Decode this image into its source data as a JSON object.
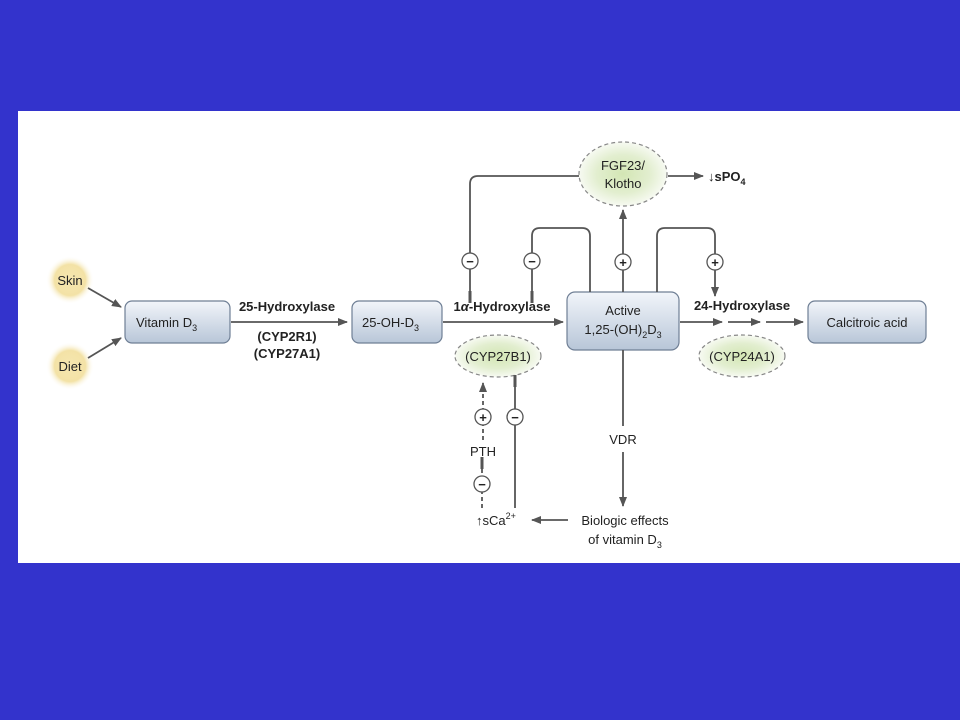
{
  "colors": {
    "background": "#3333cc",
    "panel": "#ffffff",
    "box_fill_top": "#f2f5fa",
    "box_fill_bottom": "#b8c6d8",
    "source_glow": "#f3e2a6",
    "enzyme_glow": "#d6e8b8",
    "line": "#555555"
  },
  "sources": {
    "skin": "Skin",
    "diet": "Diet"
  },
  "boxes": {
    "vitamin_d3": {
      "main": "Vitamin D",
      "sub": "3"
    },
    "oh_d3": {
      "main": "25-OH-D",
      "sub": "3"
    },
    "active_line1": "Active",
    "active_line2_a": "1,25-(OH)",
    "active_line2_sub1": "2",
    "active_line2_b": "D",
    "active_line2_sub2": "3",
    "calcitroic": "Calcitroic acid"
  },
  "enzymes": {
    "hydroxylase_25": "25-Hydroxylase",
    "cyp2r1": "(CYP2R1)",
    "cyp27a1": "(CYP27A1)",
    "hydroxylase_1a_prefix": "1",
    "hydroxylase_1a_greek": "α",
    "hydroxylase_1a_rest": "-Hydroxylase",
    "cyp27b1": "(CYP27B1)",
    "hydroxylase_24": "24-Hydroxylase",
    "cyp24a1": "(CYP24A1)"
  },
  "regulators": {
    "fgf23_line1": "FGF23/",
    "fgf23_line2": "Klotho",
    "spo4_arrow": "↓",
    "spo4_text": "sPO",
    "spo4_sub": "4",
    "pth": "PTH",
    "vdr": "VDR",
    "sca_arrow": "↑",
    "sca_text": "sCa",
    "sca_sup": "2+",
    "biologic_line1": "Biologic effects",
    "biologic_line2": "of vitamin D",
    "biologic_sub": "3"
  },
  "signs": {
    "minus": "−",
    "plus": "+"
  }
}
